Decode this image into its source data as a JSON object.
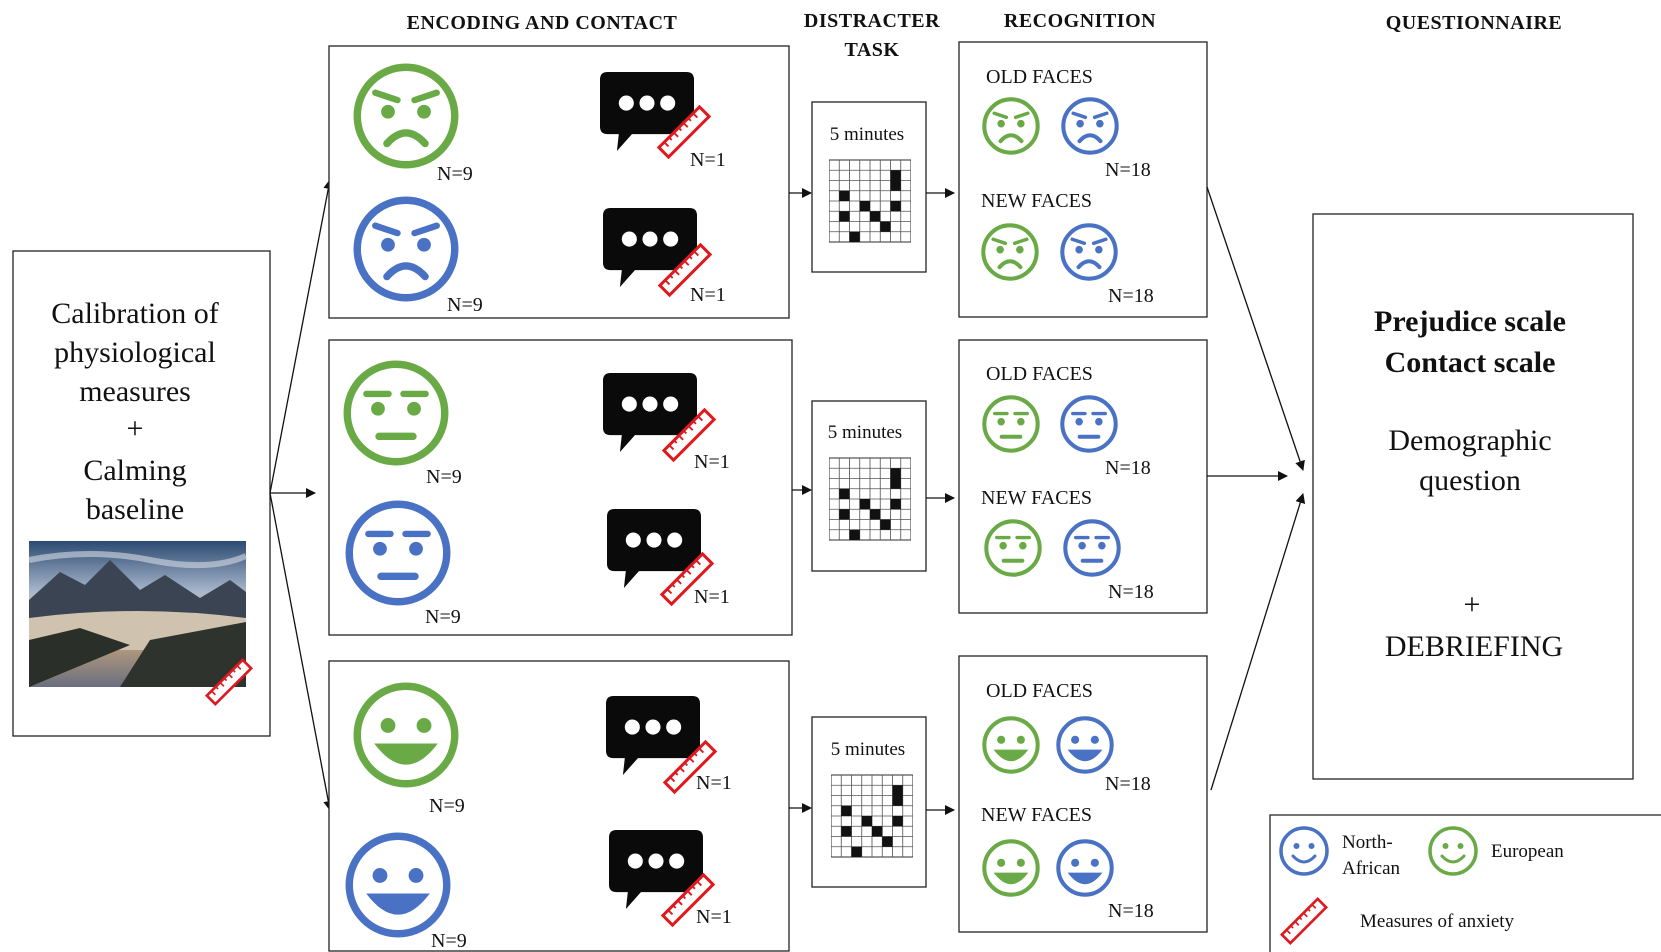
{
  "headers": {
    "encoding": "ENCODING AND CONTACT",
    "distracter_line1": "DISTRACTER",
    "distracter_line2": "TASK",
    "recognition": "RECOGNITION",
    "questionnaire": "QUESTIONNAIRE"
  },
  "calibration": {
    "line1": "Calibration of",
    "line2": "physiological",
    "line3": "measures",
    "plus": "+",
    "line4": "Calming",
    "line5": "baseline"
  },
  "rows": [
    {
      "expression": "angry",
      "face1_n": "N=9",
      "face2_n": "N=9",
      "chat1_n": "N=1",
      "chat2_n": "N=1",
      "distracter": "5 minutes",
      "old_faces": "OLD FACES",
      "old_n": "N=18",
      "new_faces": "NEW FACES",
      "new_n": "N=18"
    },
    {
      "expression": "neutral",
      "face1_n": "N=9",
      "face2_n": "N=9",
      "chat1_n": "N=1",
      "chat2_n": "N=1",
      "distracter": "5 minutes",
      "old_faces": "OLD FACES",
      "old_n": "N=18",
      "new_faces": "NEW FACES",
      "new_n": "N=18"
    },
    {
      "expression": "happy",
      "face1_n": "N=9",
      "face2_n": "N=9",
      "chat1_n": "N=1",
      "chat2_n": "N=1",
      "distracter": "5 minutes",
      "old_faces": "OLD FACES",
      "old_n": "N=18",
      "new_faces": "NEW FACES",
      "new_n": "N=18"
    }
  ],
  "questionnaire": {
    "line1": "Prejudice scale",
    "line2": "Contact scale",
    "line3": "Demographic",
    "line4": "question",
    "plus": "+",
    "line5": "DEBRIEFING"
  },
  "legend": {
    "north_african_line1": "North-",
    "north_african_line2": "African",
    "european": "European",
    "anxiety": "Measures of anxiety"
  },
  "colors": {
    "european": "#6aaa46",
    "north_african": "#4a72c4",
    "anxiety": "#e0191f",
    "chat": "#0a0a0a"
  }
}
